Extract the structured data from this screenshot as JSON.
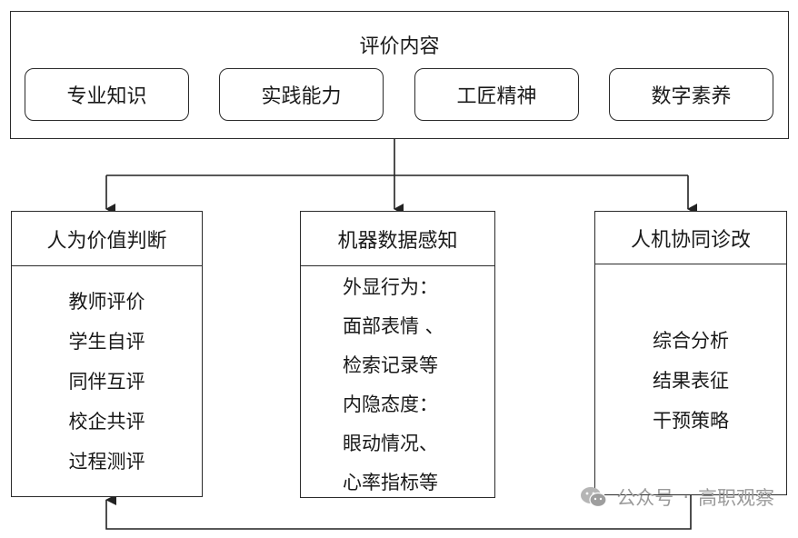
{
  "top": {
    "title": "评价内容",
    "items": [
      "专业知识",
      "实践能力",
      "工匠精神",
      "数字素养"
    ]
  },
  "columns": [
    {
      "header": "人为价值判断",
      "lines": [
        "教师评价",
        "学生自评",
        "同伴互评",
        "校企共评",
        "过程测评"
      ]
    },
    {
      "header": "机器数据感知",
      "lines": [
        "外显行为：",
        "面部表情 、",
        "检索记录等",
        "内隐态度：",
        "眼动情况、",
        "心率指标等"
      ]
    },
    {
      "header": "人机协同诊改",
      "lines": [
        "综合分析",
        "结果表征",
        "干预策略"
      ]
    }
  ],
  "watermark": {
    "dot": "·",
    "text_left": "公众号",
    "text_right": "高职观察",
    "icon": "wechat-icon"
  }
}
